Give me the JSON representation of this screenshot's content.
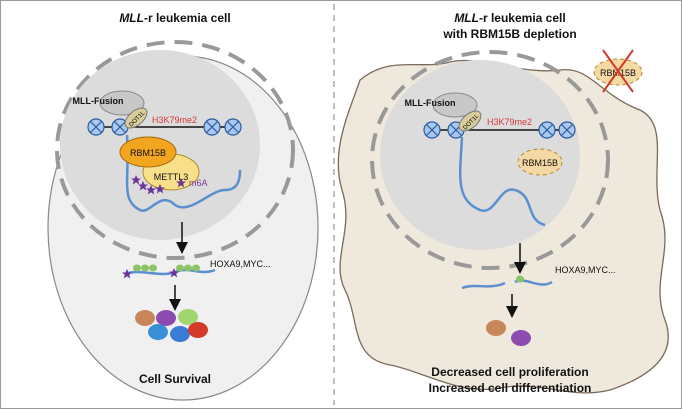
{
  "left_panel": {
    "title_italic": "MLL",
    "title_rest": "-r leukemia cell",
    "fusion_label": "MLL-Fusion",
    "dot1l_label": "DOT1L",
    "mark_label": "H3K79me2",
    "rbm15b_label": "RBM15B",
    "mettl3_label": "METTL3",
    "m6a_label": "m6A",
    "targets_label": "HOXA9,MYC...",
    "outcome": "Cell Survival"
  },
  "right_panel": {
    "title_italic": "MLL",
    "title_rest": "-r leukemia cell",
    "title_line2": "with RBM15B depletion",
    "fusion_label": "MLL-Fusion",
    "dot1l_label": "DOT1L",
    "mark_label": "H3K79me2",
    "rbm15b_label": "RBM15B",
    "depleted_label": "RBM15B",
    "targets_label": "HOXA9,MYC...",
    "outcome_line1": "Decreased cell proliferation",
    "outcome_line2": "Increased cell differentiation"
  },
  "colors": {
    "nucleosome": "#a9c8ef",
    "rna": "#5b8fd0",
    "rbm15b": "#f2a51f",
    "mettl3": "#f8df8a",
    "m6a": "#6a3596",
    "h3k79me2": "#d43a3a",
    "cell_left": "#f0f0f0",
    "cell_right": "#efe8dc"
  }
}
